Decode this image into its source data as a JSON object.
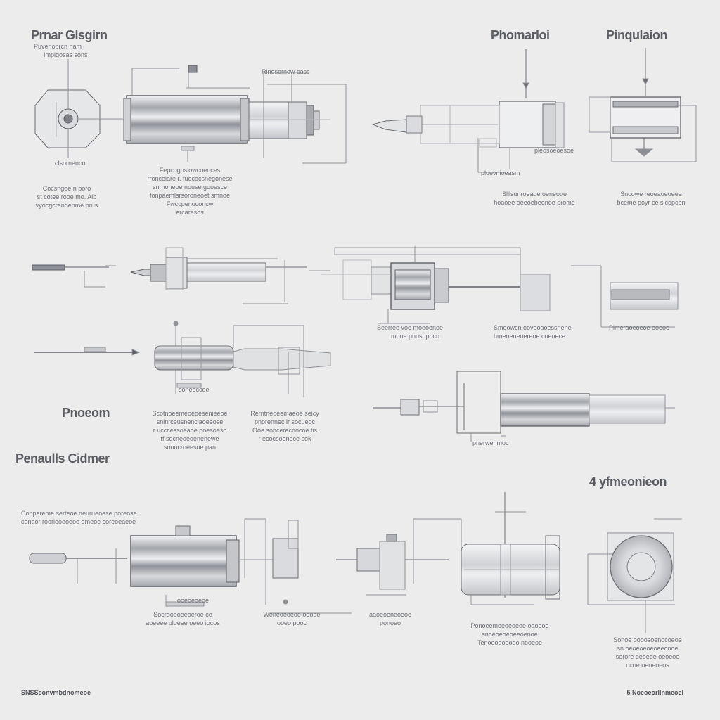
{
  "headings": {
    "top_left": "Prnar Glsgirn",
    "top_mid": "Phomarloi",
    "top_right": "Pinqulaion",
    "mid_left_1": "Pnoeom",
    "mid_left_2": "Penaulls Cidmer",
    "lower_right": "4 yfmeonieon"
  },
  "captions": {
    "tl_sub": [
      "Puvenoprcn nam",
      "Impigosas sons"
    ],
    "tl_small": "clsornenco",
    "tl_notes": [
      "Cocsngoe n poro",
      "st cotee rooe mo. Alb",
      "vyocgcrenoenme prus"
    ],
    "tl_mid_notes": [
      "Fepcogoslowcoences",
      "rronceiare r. fuococsnegonese",
      "snrnoneoe nouse gooesce",
      "fonpaemlsrsoroneoet smnoe",
      "Fwccpenoconcw",
      "ercaresos"
    ],
    "tl_dim": "Rinosornew cacs",
    "tr_notes": [
      "Slilsunroeaoe oeneooe",
      "hoaoee oeeoebeonoe prome"
    ],
    "tr_small": "ploevnioeasm",
    "tr_small_2": "pleosoeoesoe",
    "tr_right_notes": [
      "Sncowe reoeaoeoeee",
      "bceme poyr ce sicepcen"
    ],
    "r2_notes": [
      "Seerree voe moeoenoe",
      "mone pnosopocn"
    ],
    "r2_notes_2": [
      "Smoowcn ooveoaoessnene",
      "hmeneneoereoe coenece"
    ],
    "r2_small": "Pimeraoeoeoe ooeoe",
    "r3_notes_a": [
      "Scotnoeemeoeoesenieeoe",
      "sninrceusnenciaoeeose",
      "r ucccessoeaoe poesoeso",
      "tf socneoeoenenewe",
      "sonucroeesoe pan"
    ],
    "r3_notes_b": [
      "Rerntneoeemaeoe seicy",
      "pnorennec ir socueoc",
      "Ooe soncerecnocoe tis",
      "r ecocsoenece sok"
    ],
    "r3_small": "soneoccoe",
    "r3_small_2": "pnerwenmoc",
    "r4_notes": [
      "Conpareme serteoe neurueoese poreose",
      "cenaor roorleoeoeoe omeoe coreoeaeoe"
    ],
    "r5_notes_a": [
      "Socrooeoeeoeroe ce",
      "aoeeee ploeee oeeo iocos"
    ],
    "r5_notes_b": [
      "Weneoeoeoe oeooe",
      "ooeo pooc"
    ],
    "r5_notes_c": [
      "aaoeoeneoeoe",
      "ponoeo"
    ],
    "r5_notes_d": [
      "Ponoeemoeoeoeoe oaoeoe",
      "snoeoeoeoeeoenoe",
      "Tenoeoeoeoeo nooeoe"
    ],
    "r5_notes_e": [
      "Sonoe oooosoenocoeoe",
      "sn oeoeoeoeoeeonoe",
      "serore oeoeoe oeoeoe",
      "ocoe oeoeoeos"
    ],
    "r5_small": "ooeoeoeoe"
  },
  "footer": {
    "left": "SNSSeonvmbdnomeoe",
    "right": "5 Noeoeorllnmeoel"
  },
  "colors": {
    "background": "#ececed",
    "line": "#8f9298",
    "dark_line": "#5c5f66",
    "fill_light": "#d6d7da",
    "fill_mid": "#b9bbc0",
    "fill_dark": "#8b8e94"
  }
}
